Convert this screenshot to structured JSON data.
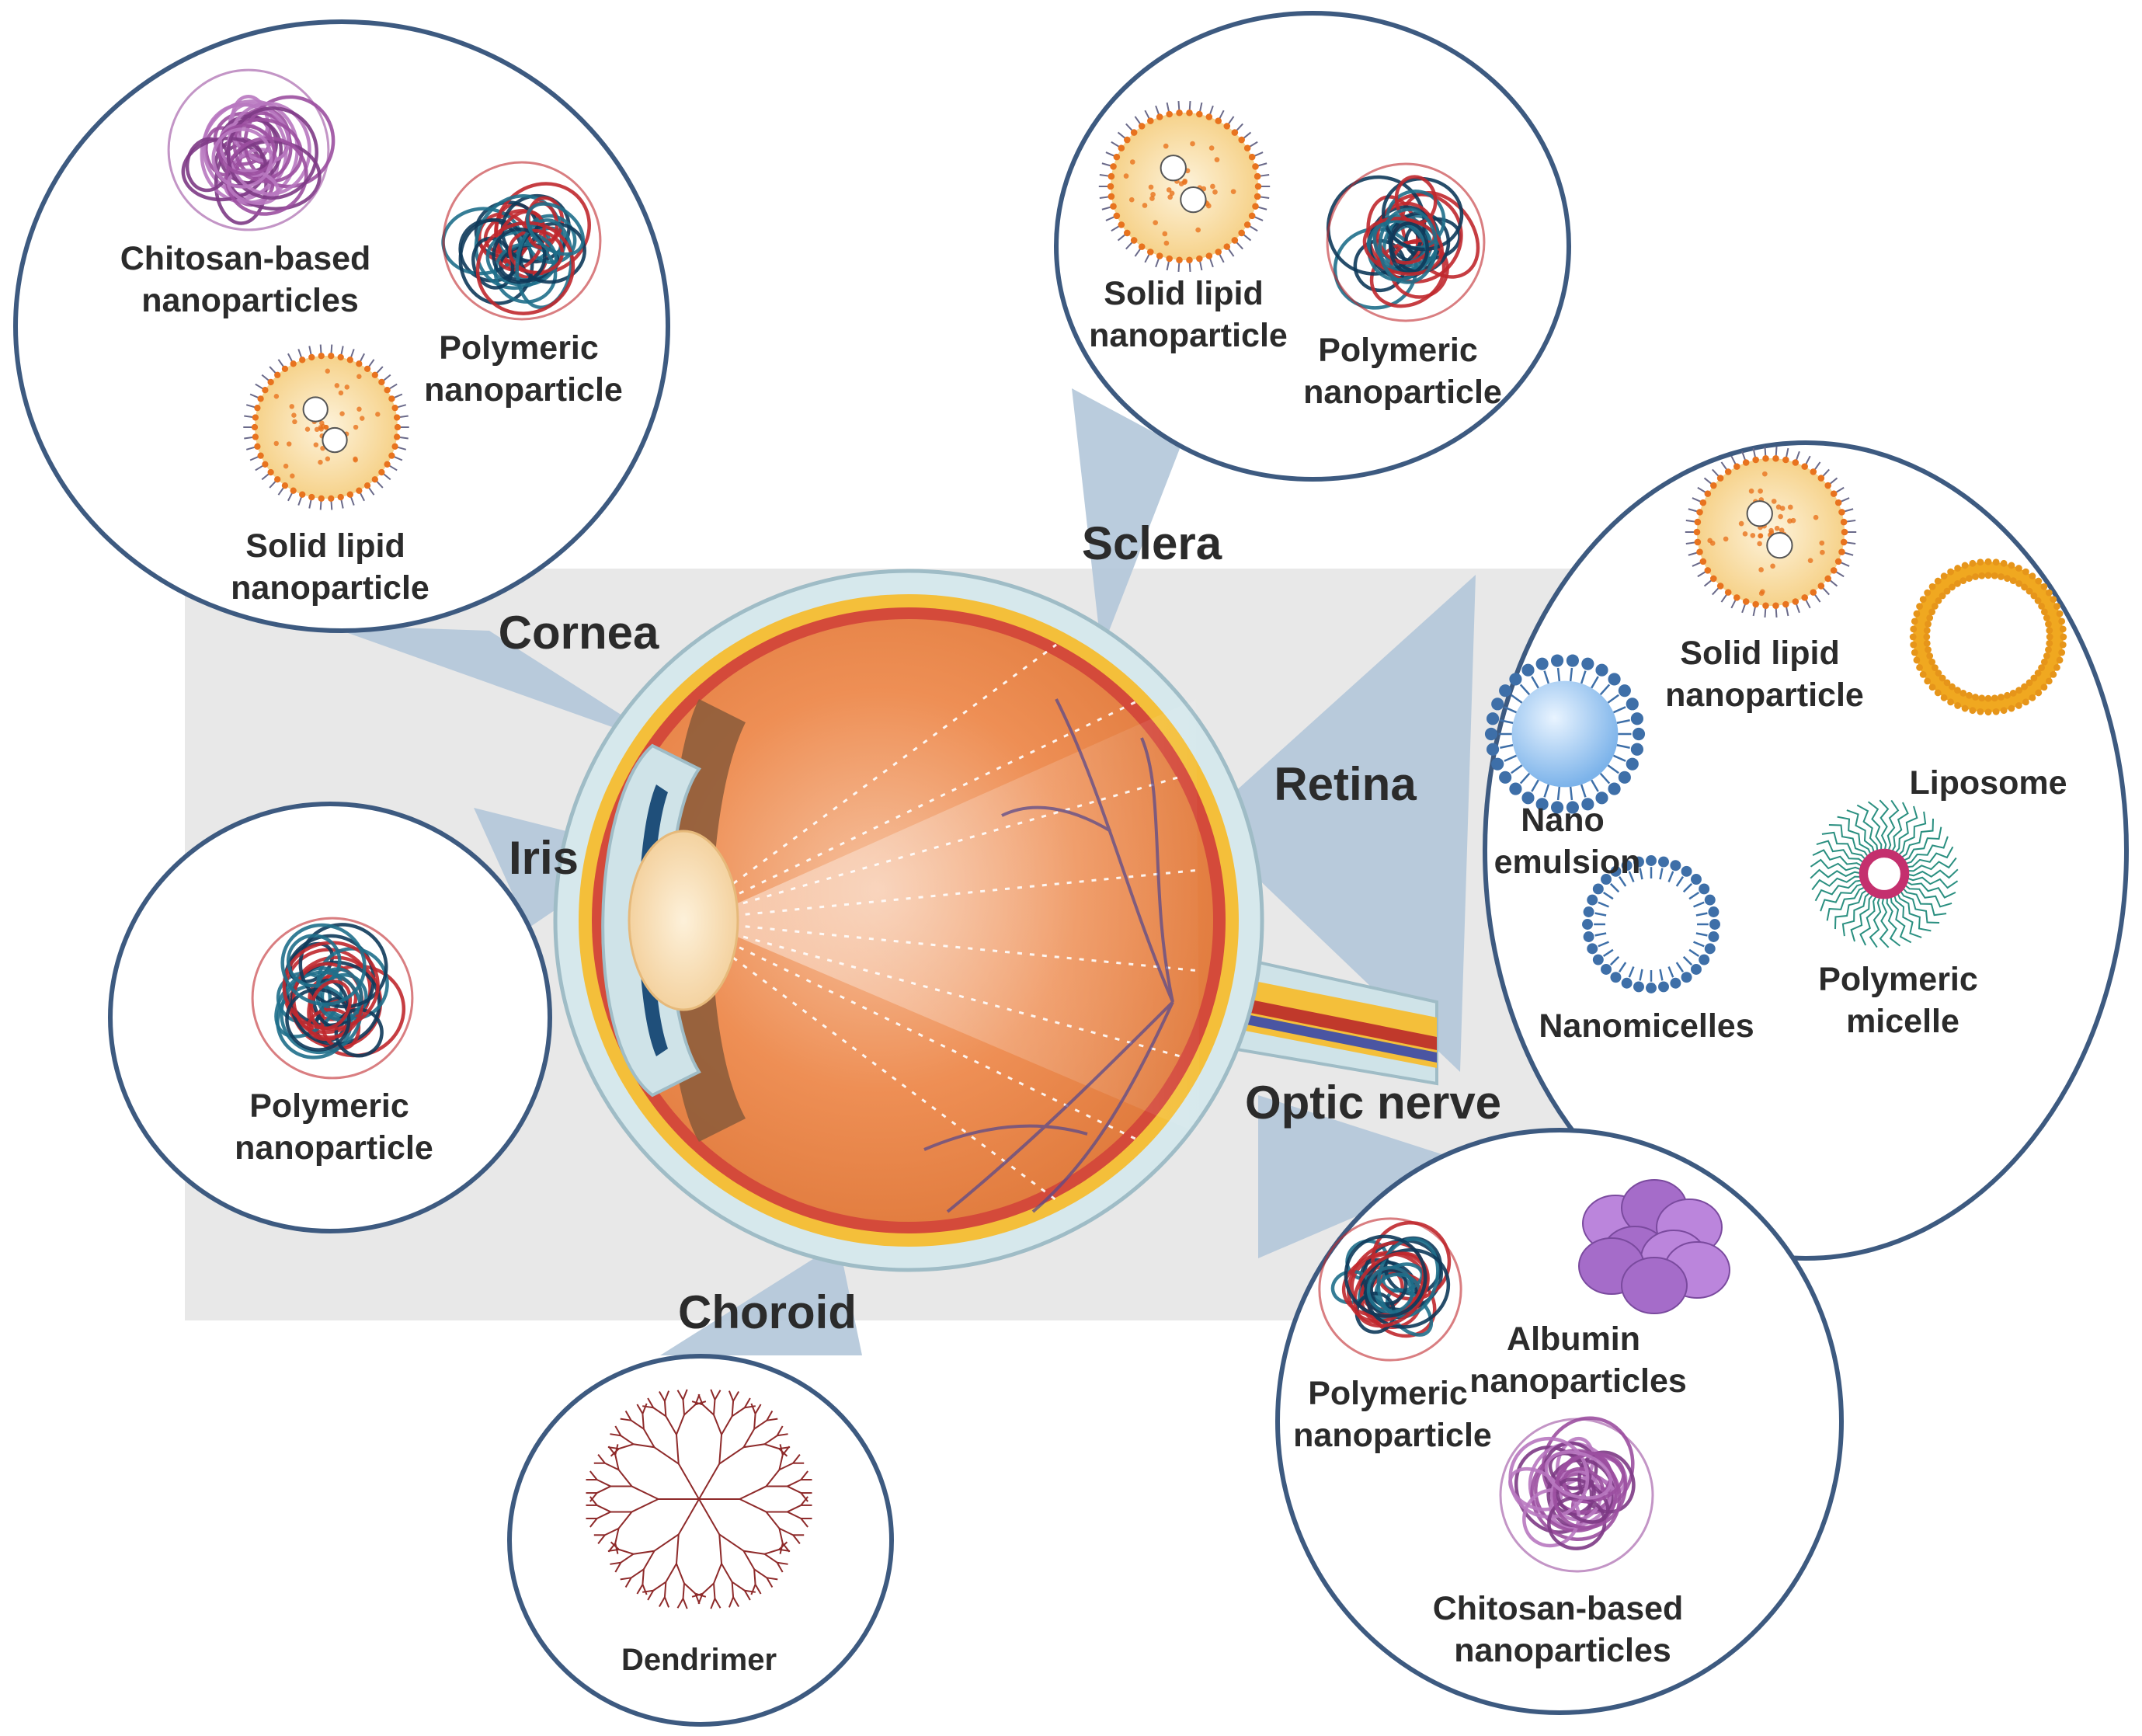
{
  "regions": {
    "cornea": "Cornea",
    "sclera": "Sclera",
    "iris": "Iris",
    "retina": "Retina",
    "optic_nerve": "Optic nerve",
    "choroid": "Choroid"
  },
  "bubbles": {
    "cornea": {
      "chitosan": [
        "Chitosan-based",
        "nanoparticles"
      ],
      "polymeric": [
        "Polymeric",
        "nanoparticle"
      ],
      "solid_lipid": [
        "Solid lipid",
        "nanoparticle"
      ]
    },
    "sclera": {
      "solid_lipid": [
        "Solid lipid",
        "nanoparticle"
      ],
      "polymeric": [
        "Polymeric",
        "nanoparticle"
      ]
    },
    "iris": {
      "polymeric": [
        "Polymeric",
        "nanoparticle"
      ]
    },
    "retina": {
      "solid_lipid": [
        "Solid lipid",
        "nanoparticle"
      ],
      "liposome": "Liposome",
      "nano_emulsion": [
        "Nano",
        "emulsion"
      ],
      "nanomicelles": "Nanomicelles",
      "polymeric_micelle": [
        "Polymeric",
        "micelle"
      ]
    },
    "optic_nerve": {
      "polymeric": [
        "Polymeric",
        "nanoparticle"
      ],
      "albumin": [
        "Albumin",
        "nanoparticles"
      ],
      "chitosan": [
        "Chitosan-based",
        "nanoparticles"
      ]
    },
    "choroid": {
      "dendrimer": "Dendrimer"
    }
  },
  "colors": {
    "backdrop": "#e8e8e8",
    "connector": "#b3c7d9",
    "bubble_stroke": "#3d5a80",
    "eye_orange": "#ec8a4e",
    "sclera_layer": "#cfe3e8",
    "lipid_core": "#f6d99a",
    "chitosan": "#9b4fa0",
    "polymer_red": "#c0282d",
    "polymer_teal": "#1f6f8b",
    "albumin": "#b07ad1",
    "nano_blue": "#3e6fa8",
    "liposome": "#f0a820",
    "dendrimer": "#8e2a2a"
  }
}
